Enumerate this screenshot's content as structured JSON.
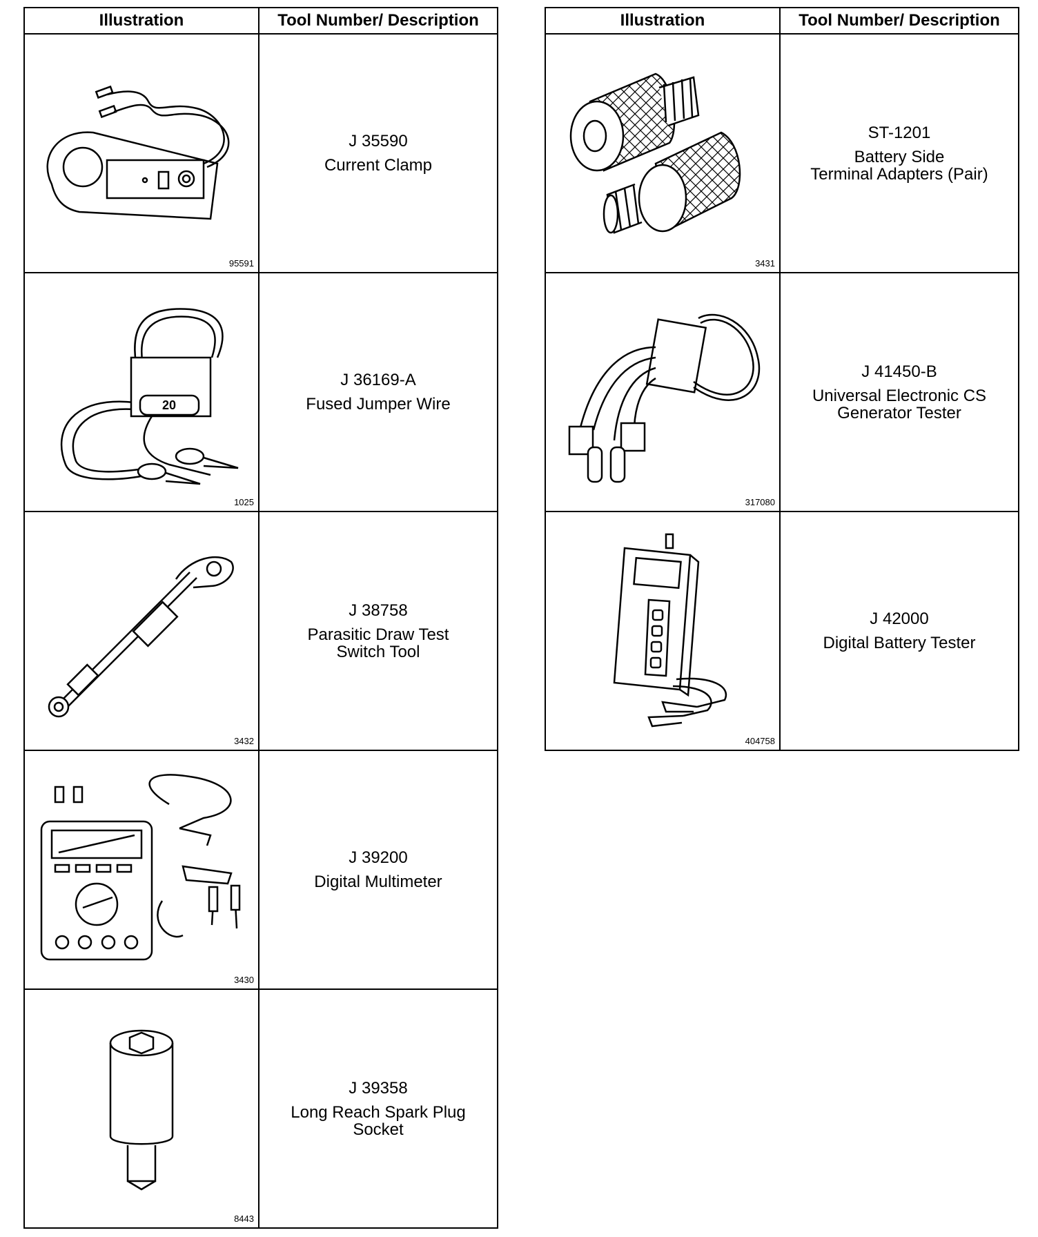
{
  "headers": {
    "illustration": "Illustration",
    "description": "Tool Number/ Description"
  },
  "left": [
    {
      "fig": "95591",
      "number": "J 35590",
      "name": "Current Clamp",
      "icon": "current-clamp-icon"
    },
    {
      "fig": "1025",
      "number": "J 36169-A",
      "name": "Fused Jumper Wire",
      "icon": "fused-jumper-wire-icon",
      "fuse_label": "20"
    },
    {
      "fig": "3432",
      "number": "J 38758",
      "name": "Parasitic Draw Test\nSwitch Tool",
      "icon": "switch-tool-icon"
    },
    {
      "fig": "3430",
      "number": "J 39200",
      "name": "Digital Multimeter",
      "icon": "multimeter-icon"
    },
    {
      "fig": "8443",
      "number": "J 39358",
      "name": "Long Reach Spark Plug\nSocket",
      "icon": "spark-plug-socket-icon"
    }
  ],
  "right": [
    {
      "fig": "3431",
      "number": "ST-1201",
      "name": "Battery Side\nTerminal Adapters (Pair)",
      "icon": "terminal-adapters-icon"
    },
    {
      "fig": "317080",
      "number": "J 41450-B",
      "name": "Universal Electronic CS\nGenerator Tester",
      "icon": "generator-tester-icon"
    },
    {
      "fig": "404758",
      "number": "J 42000",
      "name": "Digital Battery Tester",
      "icon": "battery-tester-icon"
    }
  ]
}
